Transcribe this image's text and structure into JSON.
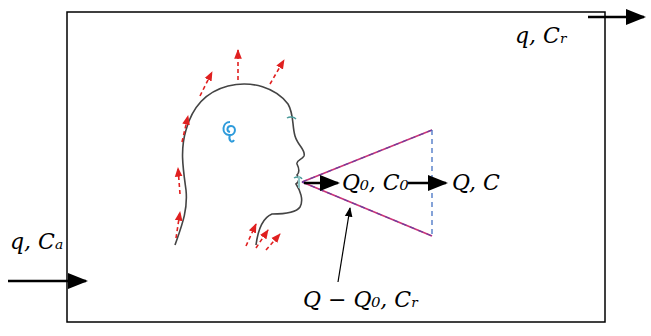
{
  "diagram": {
    "labels": [
      "q, Cₐ",
      "q, Cᵣ",
      "Q₀, C₀",
      "Q, C",
      "Q − Q₀, Cᵣ"
    ]
  }
}
